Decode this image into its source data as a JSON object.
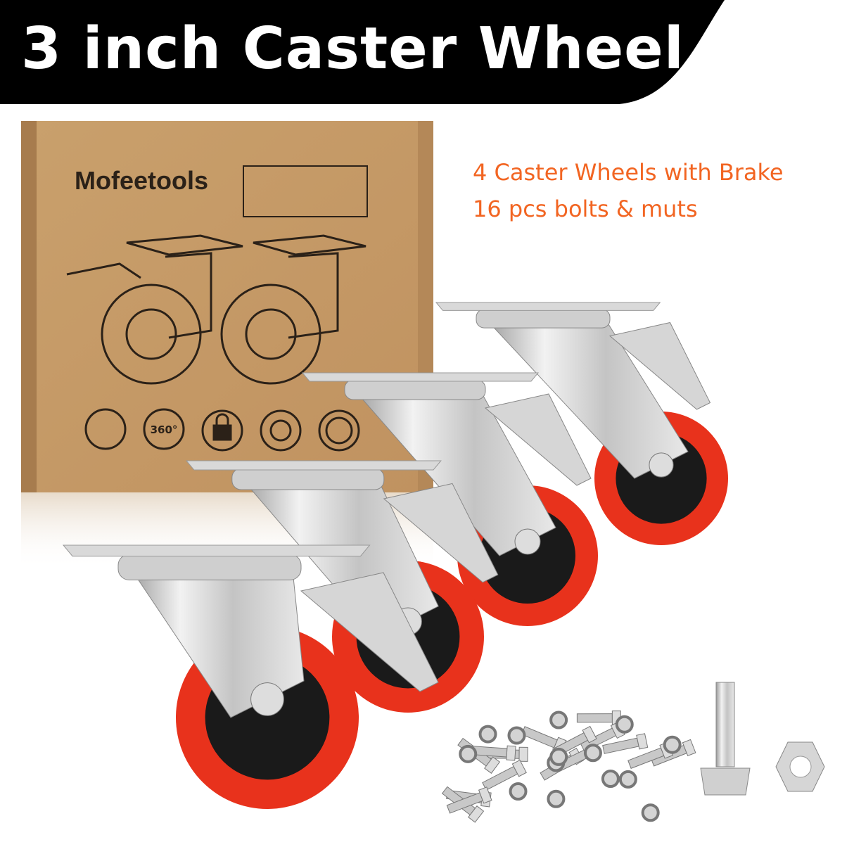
{
  "header": {
    "title": "3 inch Caster Wheel"
  },
  "features": {
    "line1": "4 Caster Wheels with Brake",
    "line2": "16 pcs bolts & muts"
  },
  "box": {
    "brand": "Mofeetools",
    "icons": [
      "bolt-nut-icon",
      "rotate-360-icon",
      "lock-icon",
      "bearing-icon",
      "lifetime-guarantee-icon"
    ],
    "icon_text_360": "360°"
  },
  "colors": {
    "banner": "#000000",
    "accent": "#f26522",
    "wheel": "#e8321c",
    "cardboard": "#c79a66"
  }
}
